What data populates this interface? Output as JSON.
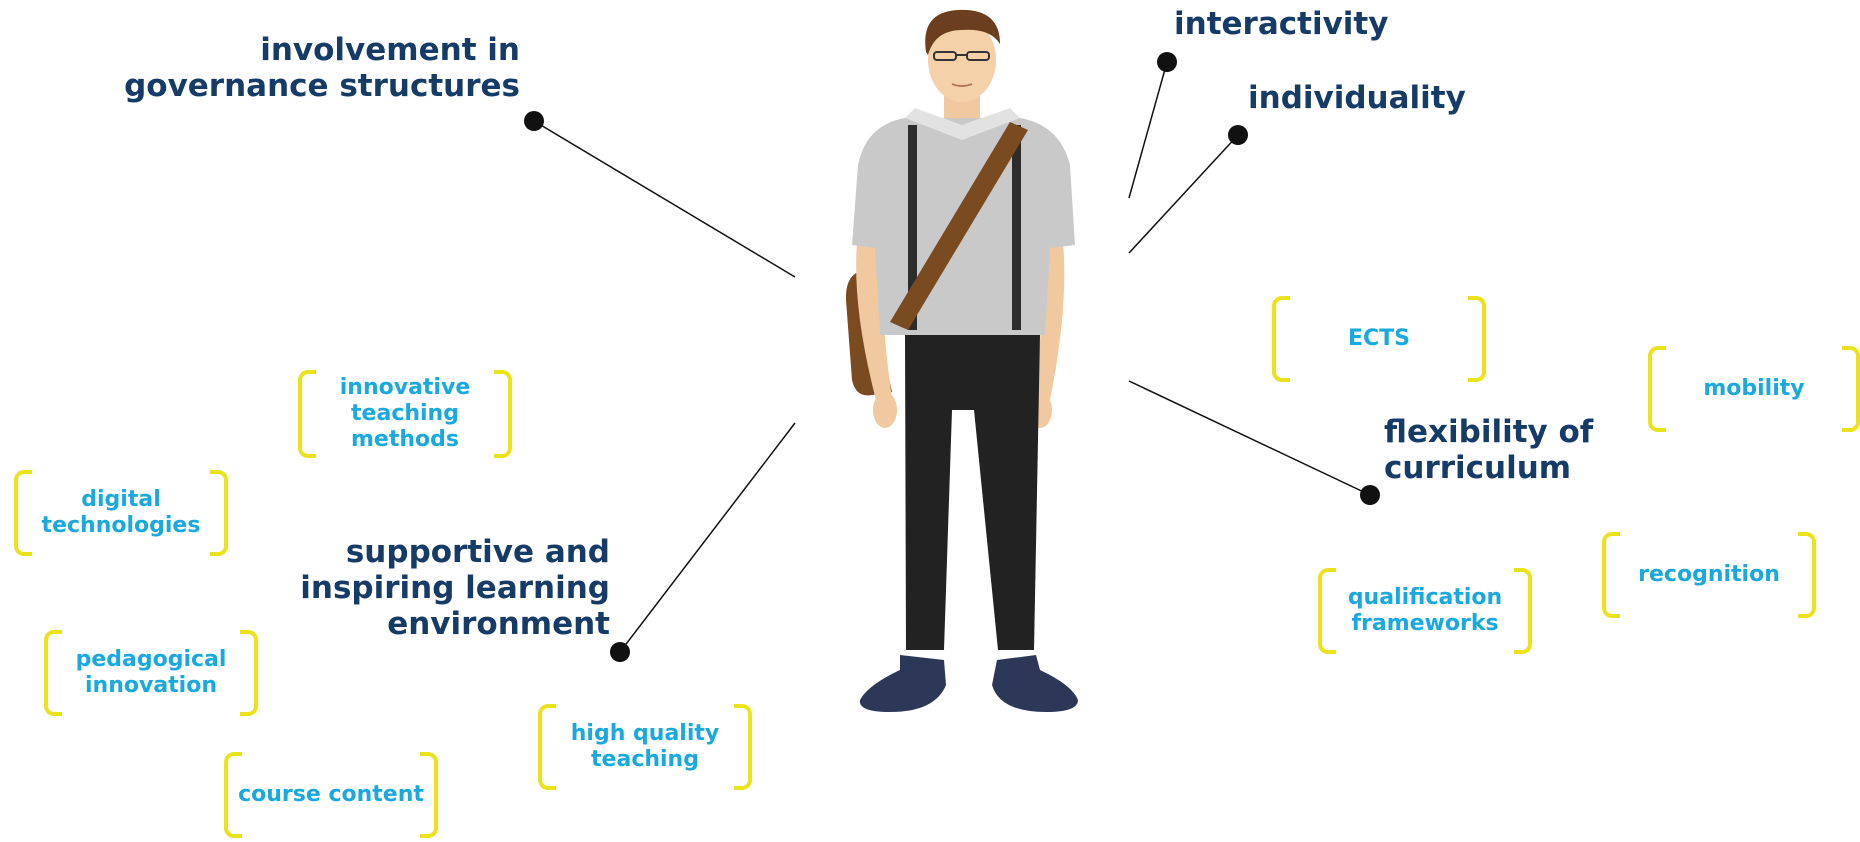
{
  "headings": {
    "involvement": "involvement in\ngovernance structures",
    "interactivity": "interactivity",
    "individuality": "individuality",
    "flexibility": "flexibility of\ncurriculum",
    "supportive": "supportive and\ninspiring learning\nenvironment"
  },
  "tags": {
    "innovative_teaching": "innovative\nteaching\nmethods",
    "digital_technologies": "digital\ntechnologies",
    "pedagogical_innovation": "pedagogical\ninnovation",
    "course_content": "course content",
    "high_quality_teaching": "high quality\nteaching",
    "ects": "ECTS",
    "mobility": "mobility",
    "qualification_frameworks": "qualification\nframeworks",
    "recognition": "recognition"
  },
  "colors": {
    "heading": "#163b66",
    "tag_text": "#1aa9df",
    "bracket": "#eae31a",
    "line": "#111111"
  }
}
